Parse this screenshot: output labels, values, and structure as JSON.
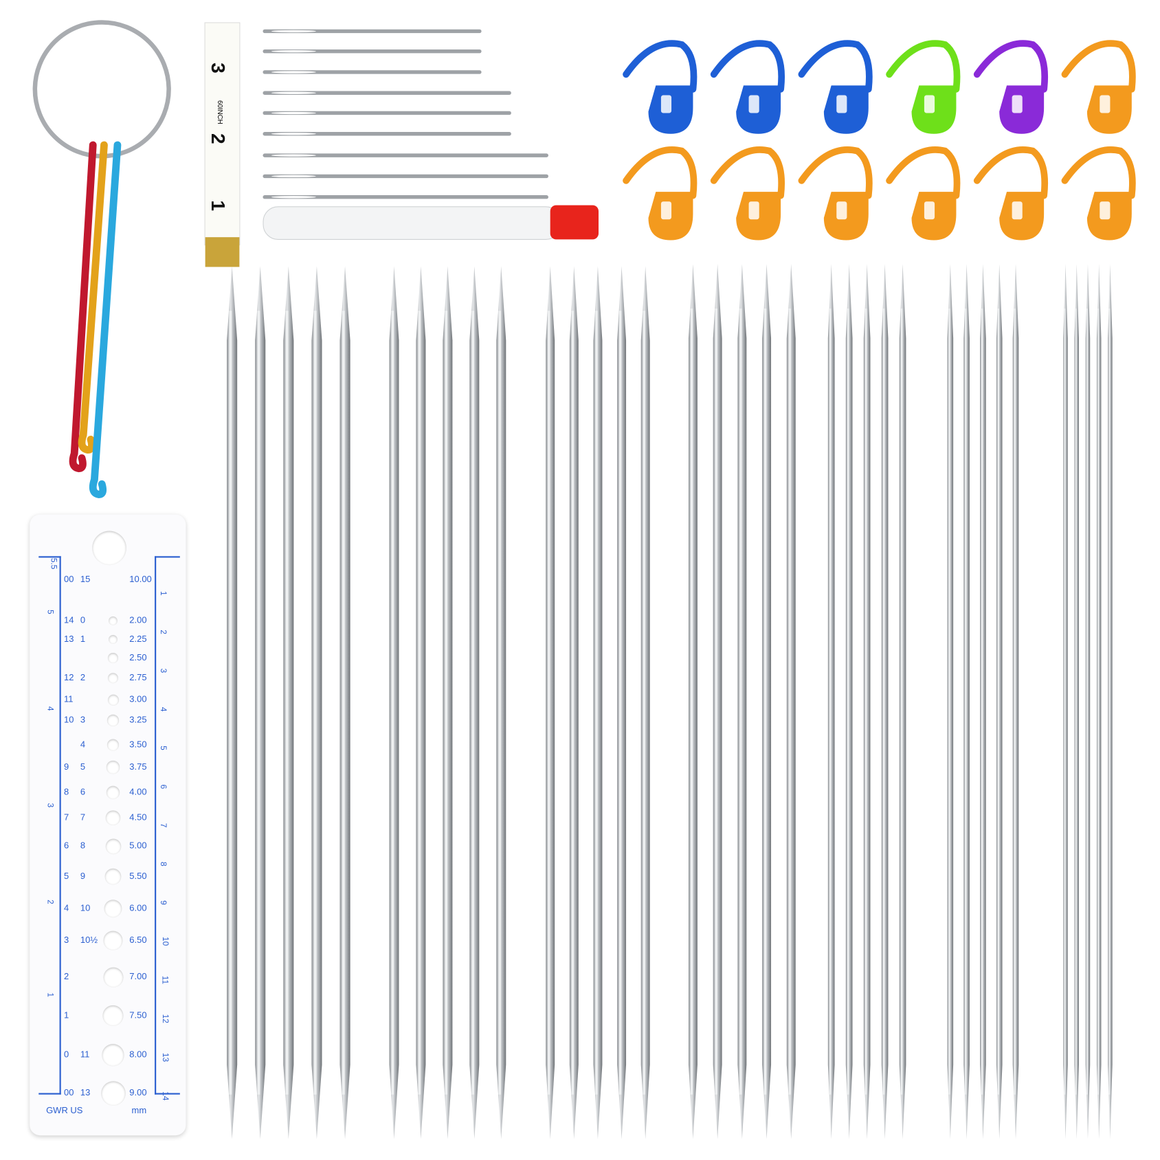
{
  "colors": {
    "gauge_ink": "#2b5fd0",
    "steel": "#b9bcbf",
    "tube_cap": "#e8241c"
  },
  "gauge": {
    "rows": [
      {
        "uk": "00",
        "us": "15",
        "mm": "10.00"
      },
      {
        "uk": "14",
        "us": "0",
        "mm": "2.00"
      },
      {
        "uk": "13",
        "us": "1",
        "mm": "2.25"
      },
      {
        "uk": "",
        "us": "",
        "mm": "2.50"
      },
      {
        "uk": "12",
        "us": "2",
        "mm": "2.75"
      },
      {
        "uk": "11",
        "us": "",
        "mm": "3.00"
      },
      {
        "uk": "10",
        "us": "3",
        "mm": "3.25"
      },
      {
        "uk": "",
        "us": "4",
        "mm": "3.50"
      },
      {
        "uk": "9",
        "us": "5",
        "mm": "3.75"
      },
      {
        "uk": "8",
        "us": "6",
        "mm": "4.00"
      },
      {
        "uk": "7",
        "us": "7",
        "mm": "4.50"
      },
      {
        "uk": "6",
        "us": "8",
        "mm": "5.00"
      },
      {
        "uk": "5",
        "us": "9",
        "mm": "5.50"
      },
      {
        "uk": "4",
        "us": "10",
        "mm": "6.00"
      },
      {
        "uk": "3",
        "us": "10½",
        "mm": "6.50"
      },
      {
        "uk": "2",
        "us": "",
        "mm": "7.00"
      },
      {
        "uk": "1",
        "us": "",
        "mm": "7.50"
      },
      {
        "uk": "0",
        "us": "11",
        "mm": "8.00"
      },
      {
        "uk": "00",
        "us": "13",
        "mm": "9.00"
      }
    ],
    "footer_left": "GWR US",
    "footer_right": "mm",
    "cm_labels": [
      "1",
      "2",
      "3",
      "4",
      "5",
      "6",
      "7",
      "8",
      "9",
      "10",
      "11",
      "12",
      "13",
      "14"
    ],
    "inch_labels": [
      "5.5",
      "5",
      "4",
      "3",
      "2",
      "1"
    ]
  },
  "tape": {
    "labels": [
      "3",
      "2",
      "1"
    ],
    "brand": "60INCH"
  },
  "hooks": {
    "colors": [
      "#c0182e",
      "#e3a21a",
      "#2aa8de"
    ]
  },
  "markers": {
    "colors": [
      "#1e5fd6",
      "#1e5fd6",
      "#1e5fd6",
      "#6ee01a",
      "#8a2ad8",
      "#f39a1e",
      "#f39a1e",
      "#f39a1e",
      "#f39a1e",
      "#f39a1e",
      "#f39a1e",
      "#f39a1e"
    ]
  },
  "needle_groups": [
    5,
    5,
    5,
    5,
    5,
    5,
    5
  ],
  "darning_needles": 9
}
